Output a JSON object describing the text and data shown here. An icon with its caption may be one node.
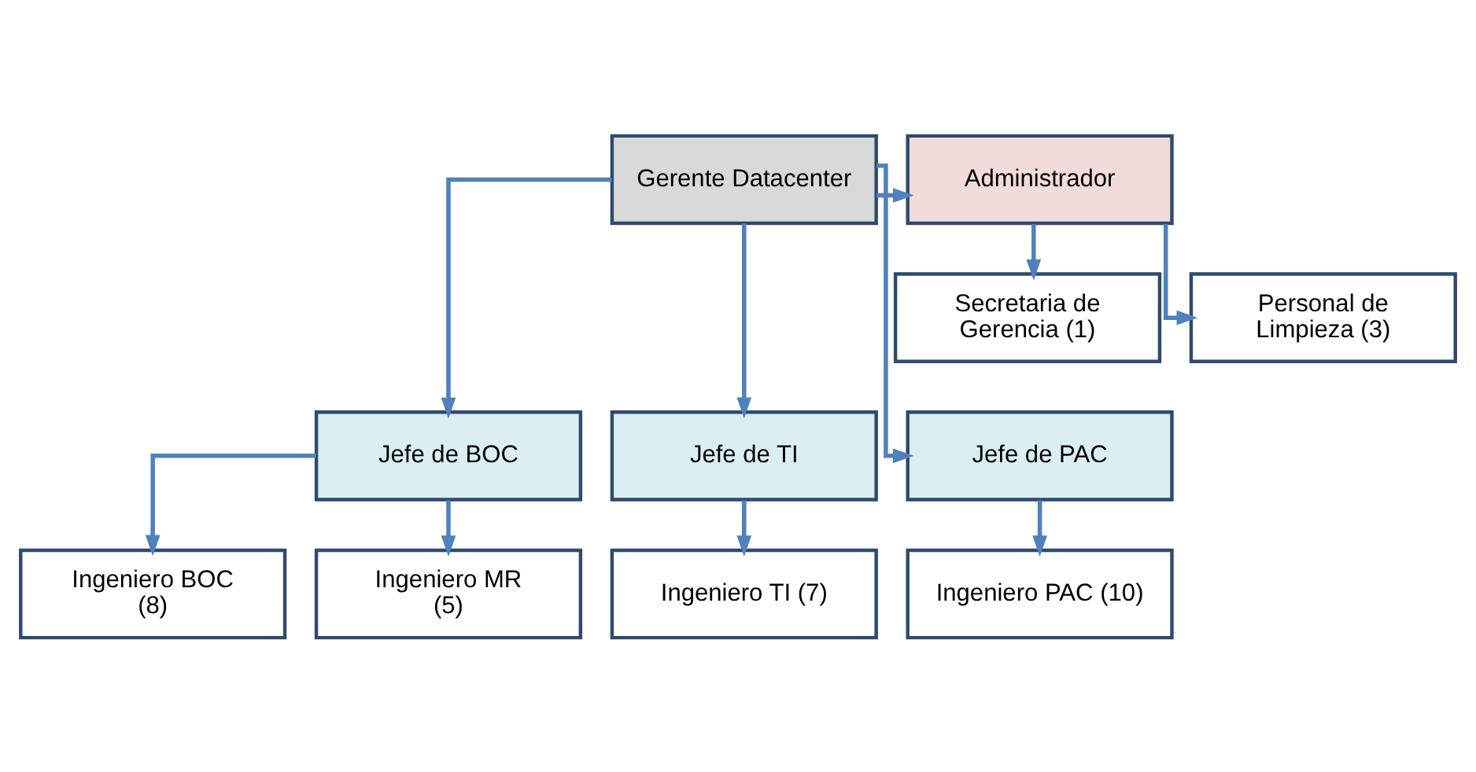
{
  "diagram": {
    "nodes": [
      {
        "text": [
          "Gerente Datacenter"
        ]
      },
      {
        "text": [
          "Administrador"
        ]
      },
      {
        "text": [
          "Secretaria de Gerencia (1)"
        ]
      },
      {
        "text": [
          "Personal de Limpieza (3)"
        ]
      },
      {
        "text": [
          "Jefe de BOC"
        ]
      },
      {
        "text": [
          "Jefe de TI"
        ]
      },
      {
        "text": [
          "Jefe de PAC"
        ]
      },
      {
        "text": [
          "Ingeniero BOC (8)"
        ]
      },
      {
        "text": [
          "Ingeniero MR (5)"
        ]
      },
      {
        "text": [
          "Ingeniero TI (7)"
        ]
      },
      {
        "text": [
          "Ingeniero PAC (10)"
        ]
      }
    ],
    "edges": [
      {
        "from": 0,
        "to": 1,
        "arrow": "to"
      },
      {
        "from": 1,
        "to": 2,
        "arrow": "to"
      },
      {
        "from": 1,
        "to": 3,
        "arrow": "to"
      },
      {
        "from": 0,
        "to": 4,
        "arrow": "to"
      },
      {
        "from": 0,
        "to": 5,
        "arrow": "to"
      },
      {
        "from": 0,
        "to": 6,
        "arrow": "to"
      },
      {
        "from": 4,
        "to": 7,
        "arrow": "to"
      },
      {
        "from": 4,
        "to": 8,
        "arrow": "to"
      },
      {
        "from": 5,
        "to": 9,
        "arrow": "to"
      },
      {
        "from": 6,
        "to": 10,
        "arrow": "to"
      }
    ]
  }
}
